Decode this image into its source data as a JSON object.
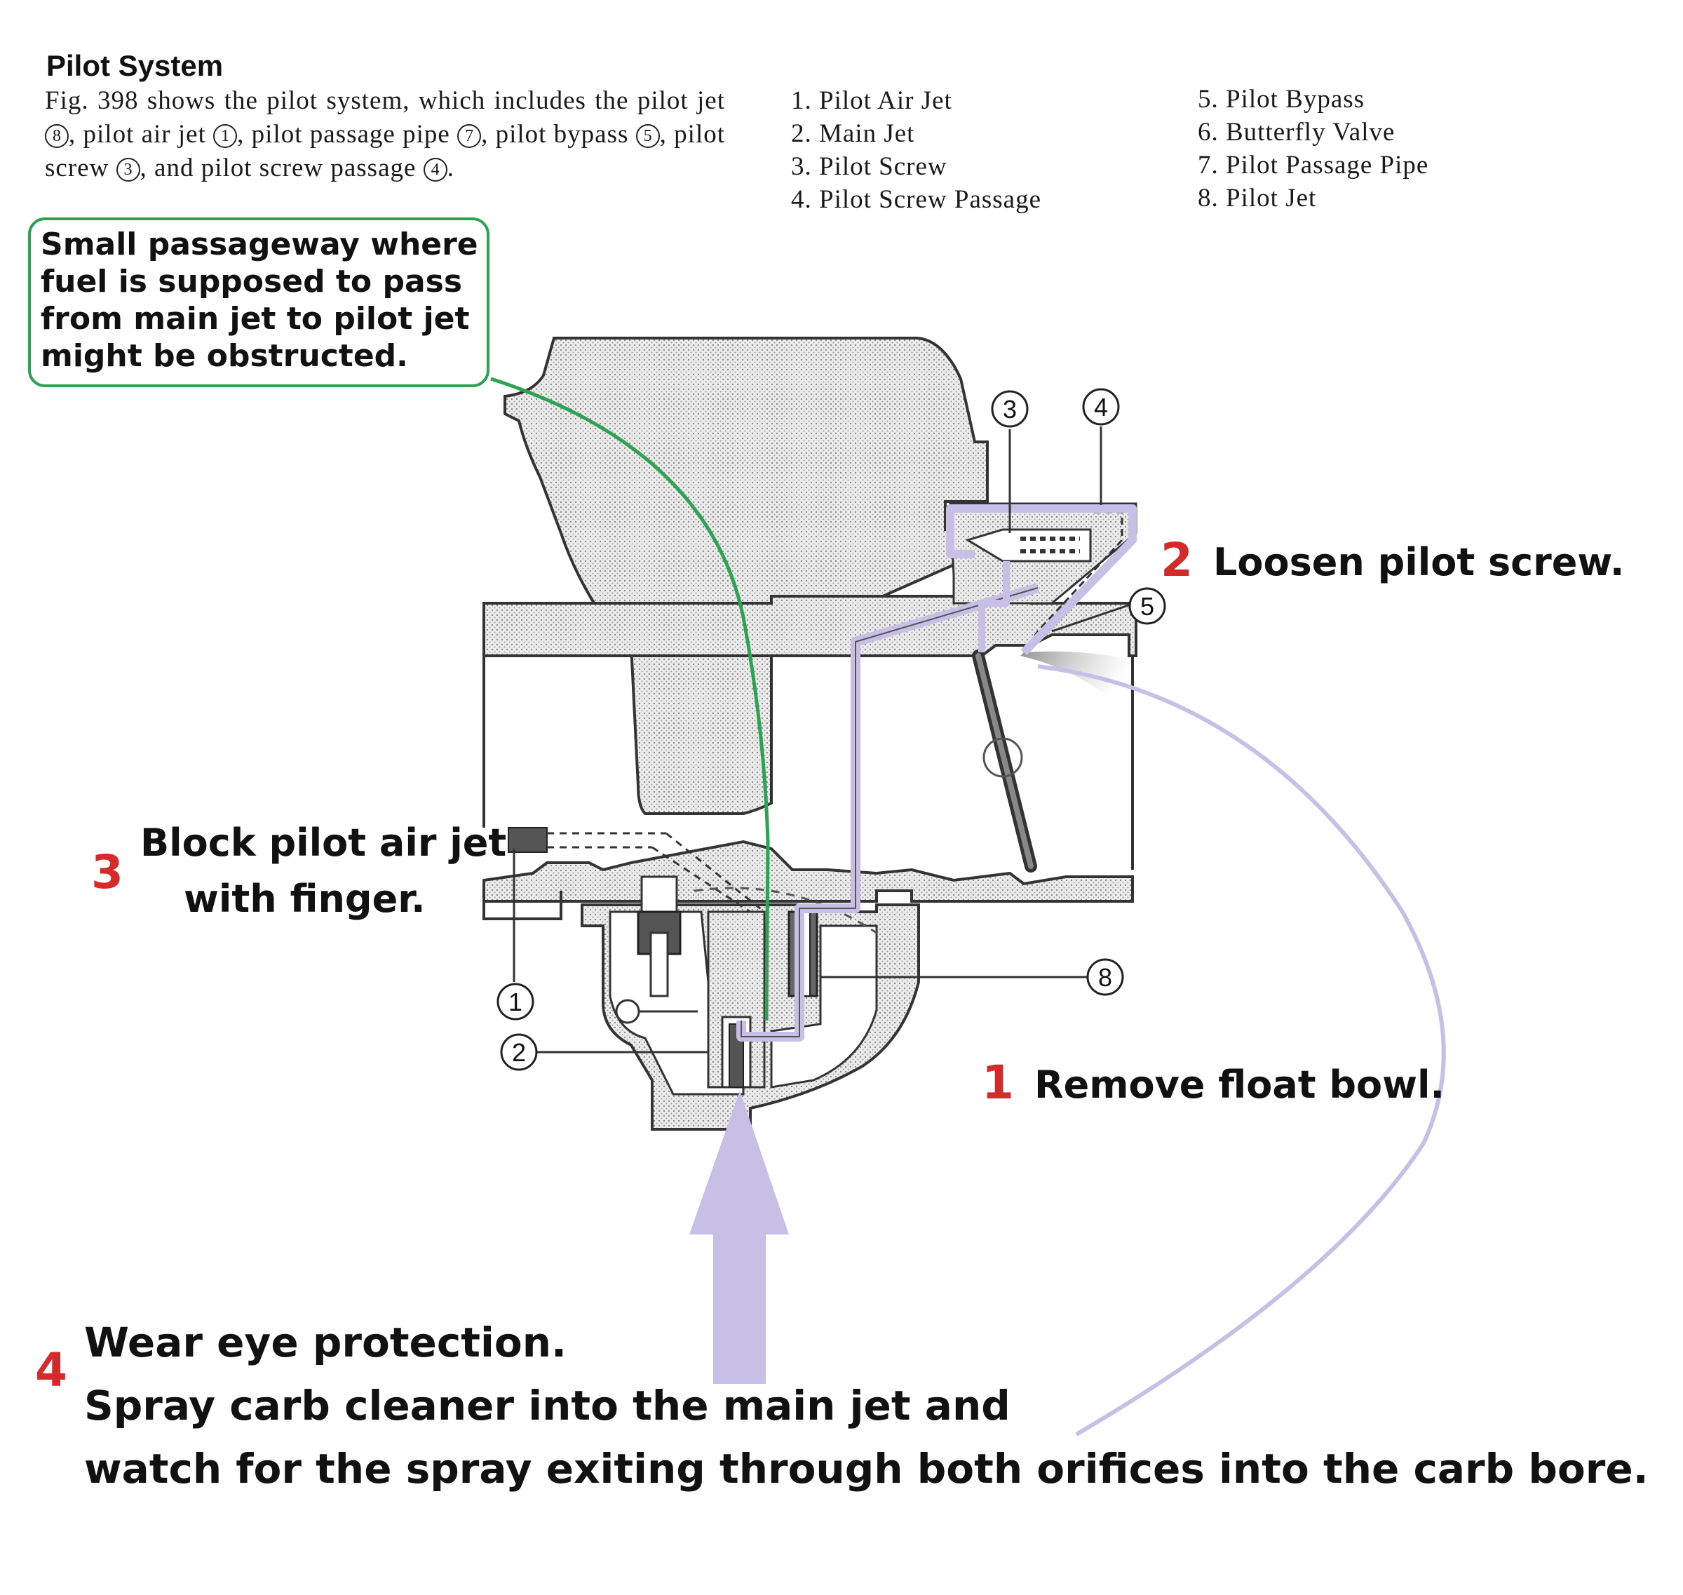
{
  "header": {
    "title": "Pilot System",
    "intro": {
      "p1": "Fig. 398 shows the pilot system, which includes the pilot jet",
      "c8": "8",
      "p2": ", pilot air jet",
      "c1": "1",
      "p3": ", pilot passage pipe",
      "c7": "7",
      "p4": ", pilot bypass",
      "c5": "5",
      "p5": ", pilot screw",
      "c3": "3",
      "p6": ", and pilot screw passage",
      "c4": "4",
      "p7": "."
    }
  },
  "legend": {
    "left": [
      "1. Pilot Air Jet",
      "2. Main Jet",
      "3. Pilot Screw",
      "4. Pilot Screw Passage"
    ],
    "right": [
      "5. Pilot Bypass",
      "6. Butterfly Valve",
      "7. Pilot Passage Pipe",
      "8. Pilot Jet"
    ]
  },
  "note": {
    "text_lines": [
      "Small passageway where",
      "fuel is supposed to pass",
      "from main jet to pilot jet",
      "might be obstructed."
    ]
  },
  "callouts": {
    "c1": "1",
    "c2": "2",
    "c3": "3",
    "c4": "4",
    "c5": "5",
    "c8": "8"
  },
  "steps": {
    "step1": {
      "num": "1",
      "text": "Remove float bowl."
    },
    "step2": {
      "num": "2",
      "text": "Loosen pilot screw."
    },
    "step3": {
      "num": "3",
      "line1": "Block pilot air jet",
      "line2": "with finger."
    },
    "step4": {
      "num": "4",
      "line1": "Wear eye protection.",
      "line2": "Spray carb cleaner into the main jet and",
      "line3": "watch for the spray exiting through both orifices into the carb bore."
    }
  },
  "colors": {
    "note_border": "#2ca352",
    "step_number": "#d42a2a",
    "spray_path": "#c7bfe6",
    "body_fill": "#e6e6e6"
  }
}
